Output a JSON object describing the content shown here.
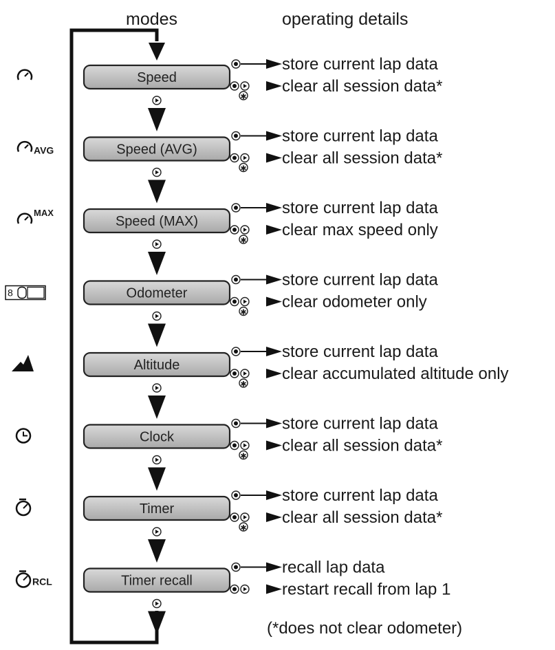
{
  "headers": {
    "modes": "modes",
    "details": "operating details"
  },
  "footnote": "(*does not clear odometer)",
  "modes": [
    {
      "label": "Speed",
      "icon": "speedometer-icon",
      "icon_text": "",
      "detail1": "store current lap data",
      "detail2": "clear all session data*",
      "asterisk": true
    },
    {
      "label": "Speed (AVG)",
      "icon": "speedometer-avg-icon",
      "icon_text": "AVG",
      "detail1": "store current lap data",
      "detail2": "clear all session data*",
      "asterisk": true
    },
    {
      "label": "Speed (MAX)",
      "icon": "speedometer-max-icon",
      "icon_text": "MAX",
      "detail1": "store current lap data",
      "detail2": "clear max speed only",
      "asterisk": true
    },
    {
      "label": "Odometer",
      "icon": "odometer-icon",
      "icon_text": "8",
      "detail1": "store current lap data",
      "detail2": "clear odometer only",
      "asterisk": true
    },
    {
      "label": "Altitude",
      "icon": "mountain-icon",
      "icon_text": "",
      "detail1": "store current lap data",
      "detail2": "clear accumulated altitude only",
      "asterisk": true
    },
    {
      "label": "Clock",
      "icon": "clock-icon",
      "icon_text": "",
      "detail1": "store current lap data",
      "detail2": "clear all session data*",
      "asterisk": true
    },
    {
      "label": "Timer",
      "icon": "stopwatch-icon",
      "icon_text": "",
      "detail1": "store current lap data",
      "detail2": "clear all session data*",
      "asterisk": true
    },
    {
      "label": "Timer recall",
      "icon": "stopwatch-recall-icon",
      "icon_text": "RCL",
      "detail1": "recall lap data",
      "detail2": "restart recall from lap 1",
      "asterisk": false
    }
  ]
}
